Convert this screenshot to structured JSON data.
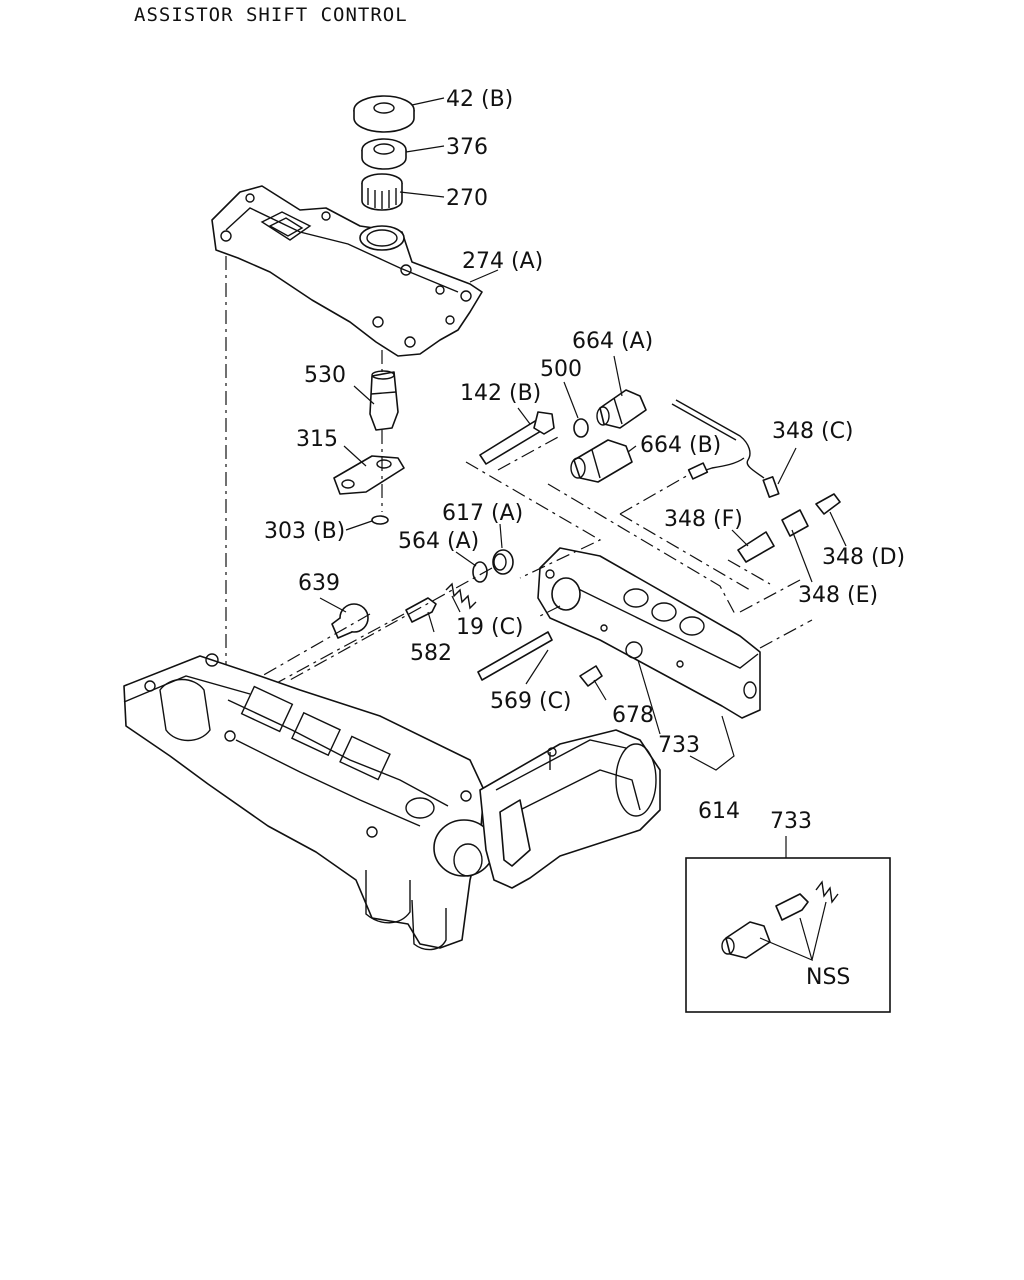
{
  "title": "ASSISTOR SHIFT CONTROL",
  "labels": {
    "p42b": "42 (B)",
    "p376": "376",
    "p270": "270",
    "p274a": "274 (A)",
    "p530": "530",
    "p315": "315",
    "p303b": "303 (B)",
    "p142b": "142 (B)",
    "p500": "500",
    "p664a": "664 (A)",
    "p664b": "664 (B)",
    "p348c": "348 (C)",
    "p348f": "348 (F)",
    "p348d": "348 (D)",
    "p348e": "348 (E)",
    "p617a": "617 (A)",
    "p564a": "564 (A)",
    "p639": "639",
    "p582": "582",
    "p19c": "19 (C)",
    "p569c": "569 (C)",
    "p678": "678",
    "p733": "733",
    "p614": "614",
    "inset_733": "733",
    "inset_nss": "NSS"
  }
}
